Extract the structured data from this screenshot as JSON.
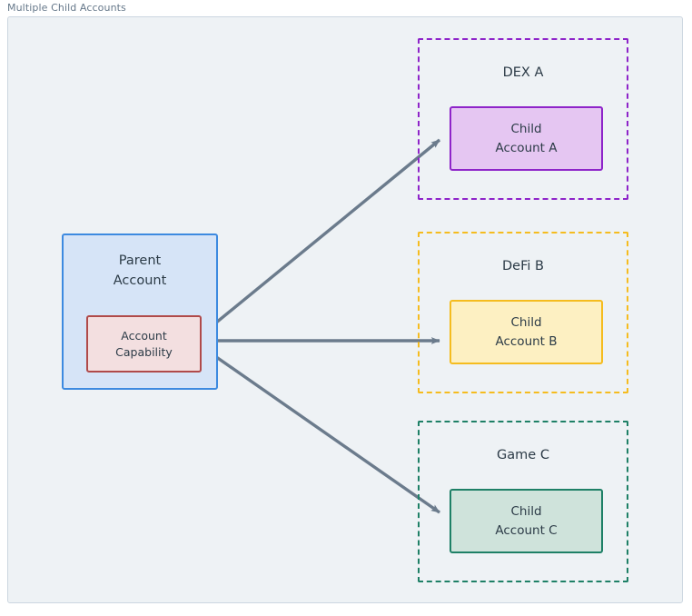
{
  "diagram": {
    "title": "Multiple Child Accounts",
    "parent": {
      "label_line1": "Parent",
      "label_line2": "Account",
      "capability": {
        "label_line1": "Account",
        "label_line2": "Capability"
      }
    },
    "groups": [
      {
        "title": "DEX A",
        "color": "#8e24c9",
        "child": {
          "label_line1": "Child",
          "label_line2": "Account A",
          "fill": "#e5c6f2"
        }
      },
      {
        "title": "DeFi B",
        "color": "#f5bc1f",
        "child": {
          "label_line1": "Child",
          "label_line2": "Account B",
          "fill": "#fdf0c2"
        }
      },
      {
        "title": "Game C",
        "color": "#1e8066",
        "child": {
          "label_line1": "Child",
          "label_line2": "Account C",
          "fill": "#cfe3db"
        }
      }
    ],
    "edges": [
      {
        "from": "account-capability",
        "to": "child-account-a",
        "style": "solid-arrow"
      },
      {
        "from": "account-capability",
        "to": "child-account-b",
        "style": "solid-arrow"
      },
      {
        "from": "account-capability",
        "to": "child-account-c",
        "style": "solid-arrow"
      }
    ],
    "colors": {
      "background": "#eef2f5",
      "frame_border": "#ccd6e0",
      "edge": "#6b7b8c",
      "parent_fill": "#d6e4f7",
      "parent_border": "#3d8ae0",
      "capability_fill": "#f3dfe0",
      "capability_border": "#b04a4a",
      "text": "#2c3b47",
      "title_text": "#66788a"
    }
  }
}
